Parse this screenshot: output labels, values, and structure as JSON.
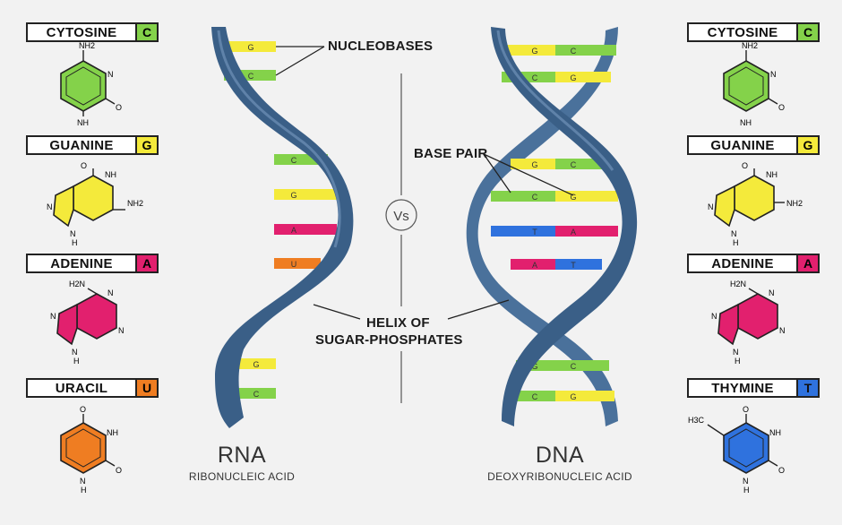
{
  "colors": {
    "cytosine": "#84d24a",
    "guanine": "#f4ea3b",
    "adenine": "#e2206e",
    "uracil": "#ef7d22",
    "thymine": "#2f72de",
    "helix": "#3a5f87",
    "helix_light": "#5f86ad"
  },
  "left_column": [
    {
      "name": "CYTOSINE",
      "letter": "C"
    },
    {
      "name": "GUANINE",
      "letter": "G"
    },
    {
      "name": "ADENINE",
      "letter": "A"
    },
    {
      "name": "URACIL",
      "letter": "U"
    }
  ],
  "right_column": [
    {
      "name": "CYTOSINE",
      "letter": "C"
    },
    {
      "name": "GUANINE",
      "letter": "G"
    },
    {
      "name": "ADENINE",
      "letter": "A"
    },
    {
      "name": "THYMINE",
      "letter": "T"
    }
  ],
  "callouts": {
    "nucleobases": "NUCLEOBASES",
    "base_pair": "BASE PAIR",
    "helix_line1": "HELIX OF",
    "helix_line2": "SUGAR-PHOSPHATES",
    "vs": "Vs"
  },
  "rna": {
    "title": "RNA",
    "subtitle": "RIBONUCLEIC ACID",
    "rungs": [
      "G",
      "C",
      "C",
      "G",
      "A",
      "U",
      "G",
      "C"
    ]
  },
  "dna": {
    "title": "DNA",
    "subtitle": "DEOXYRIBONUCLEIC ACID",
    "pairs": [
      [
        "G",
        "C"
      ],
      [
        "C",
        "G"
      ],
      [
        "G",
        "C"
      ],
      [
        "C",
        "G"
      ],
      [
        "T",
        "A"
      ],
      [
        "A",
        "T"
      ],
      [
        "G",
        "C"
      ],
      [
        "C",
        "G"
      ]
    ]
  },
  "atoms": {
    "cytosine": {
      "top": "NH2",
      "n_right": "N",
      "o": "O",
      "n_bottom": "NH"
    },
    "guanine": {
      "o": "O",
      "nh_top": "NH",
      "nh2": "NH2",
      "n_left": "N",
      "n_bottom": "N",
      "nh_bottom": "H"
    },
    "adenine": {
      "h2n": "H2N",
      "n_top": "N",
      "n_left": "N",
      "n_right": "N",
      "n_bottom": "N",
      "h_bottom": "H"
    },
    "uracil": {
      "o_top": "O",
      "nh": "NH",
      "o_right": "O",
      "n_bottom": "N",
      "h_bottom": "H"
    },
    "thymine": {
      "h3c": "H3C",
      "o_top": "O",
      "nh": "NH",
      "o_right": "O",
      "n_bottom": "N",
      "h_bottom": "H"
    }
  }
}
